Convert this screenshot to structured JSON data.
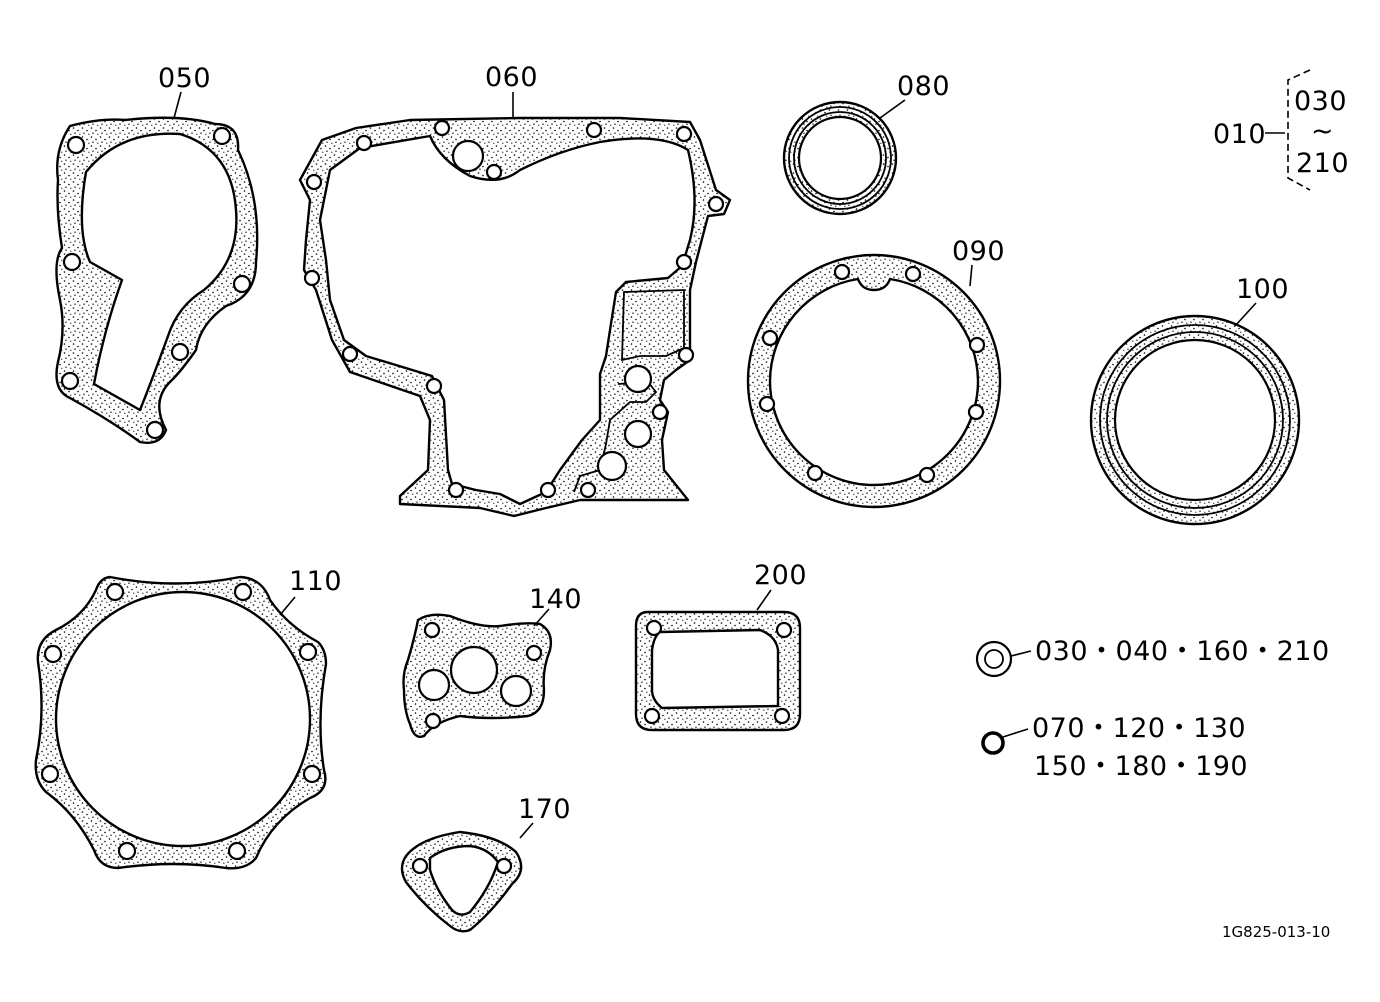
{
  "labels": {
    "p050": "050",
    "p060": "060",
    "p080": "080",
    "p090": "090",
    "p100": "100",
    "p110": "110",
    "p140": "140",
    "p170": "170",
    "p200": "200"
  },
  "kit": {
    "set": "010",
    "first": "030",
    "range_mark": "~",
    "last": "210"
  },
  "legend": {
    "washer_group": "030・040・160・210",
    "oring_group_line1": "070・120・130",
    "oring_group_line2": "150・180・190"
  },
  "figure_code": "1G825-013-10"
}
